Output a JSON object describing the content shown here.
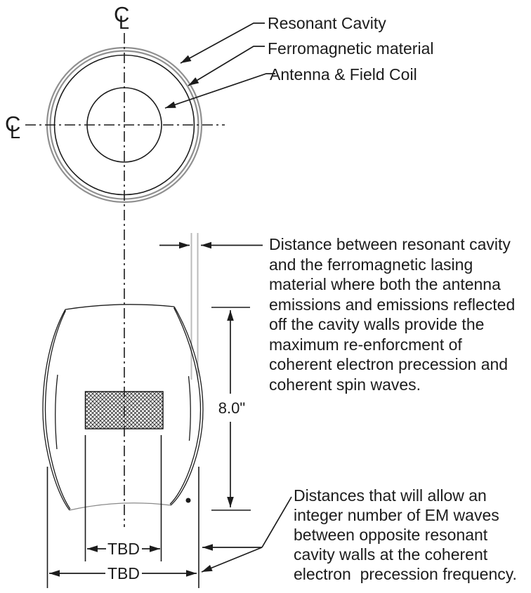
{
  "colors": {
    "background": "#ffffff",
    "line": "#1c1c1c",
    "cavity_ring_gray": "#909090",
    "reference_line_gray": "#bbbbbb"
  },
  "top_view": {
    "centerline_glyph_c": "C",
    "centerline_glyph_l": "L",
    "label_resonant_cavity": "Resonant Cavity",
    "label_ferromagnetic_material": "Ferromagnetic material",
    "label_antenna_field_coil": "Antenna & Field Coil"
  },
  "side_view": {
    "height_dim": "8.0\"",
    "inner_width_dim": "TBD",
    "outer_width_dim": "TBD"
  },
  "notes": {
    "gap_note": "Distance between resonant cavity\nand the ferromagnetic lasing\nmaterial where both the antenna\nemissions and emissions reflected\noff the cavity walls provide the\nmaximum re-enforcment of\ncoherent electron precession and\ncoherent spin waves.",
    "distances_note": "Distances that will allow an\ninteger number of EM waves\nbetween opposite resonant\ncavity walls at the coherent\nelectron  precession frequency."
  }
}
